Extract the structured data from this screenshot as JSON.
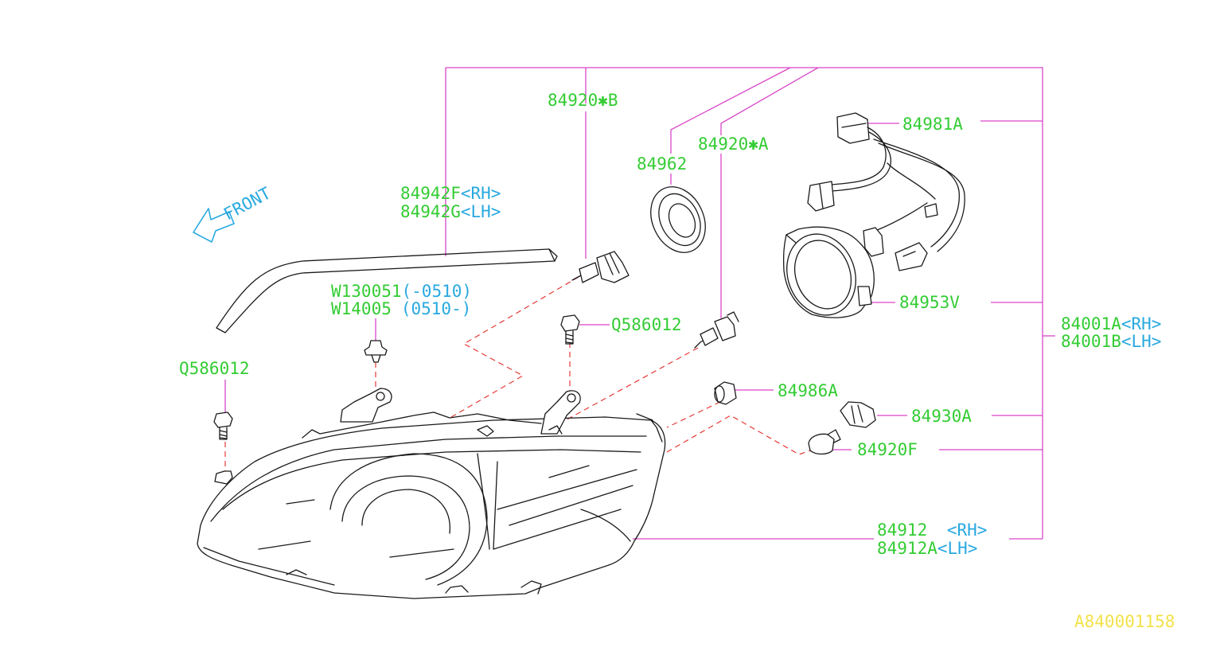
{
  "direction": {
    "text": "FRONT"
  },
  "parts": {
    "p84920B": "84920✱B",
    "p84962": "84962",
    "p84920A": "84920✱A",
    "p84981A": "84981A",
    "p84942": {
      "part": "84942F",
      "side": "<RH>"
    },
    "p84942G": {
      "part": "84942G",
      "side": "<LH>"
    },
    "w130051": {
      "part": "W130051",
      "note": "(-0510)"
    },
    "w14005": {
      "part": "W14005",
      "note": "(0510-)"
    },
    "q586012_top": "Q586012",
    "q586012_left": "Q586012",
    "p84953V": "84953V",
    "p84001A": {
      "part": "84001A",
      "side": "<RH>"
    },
    "p84001B": {
      "part": "84001B",
      "side": "<LH>"
    },
    "p84986A": "84986A",
    "p84930A": "84930A",
    "p84920F": "84920F",
    "p84912": {
      "part": "84912 ",
      "side": "<RH>"
    },
    "p84912A": {
      "part": "84912A",
      "side": "<LH>"
    }
  },
  "diagram_code": "A840001158",
  "colors": {
    "label": "#33cc33",
    "qualifier": "#29a9e0",
    "leader": "#d946c8",
    "dashed_link": "#e53935",
    "code": "#f2e24a",
    "part_line": "#1a1a1a"
  }
}
